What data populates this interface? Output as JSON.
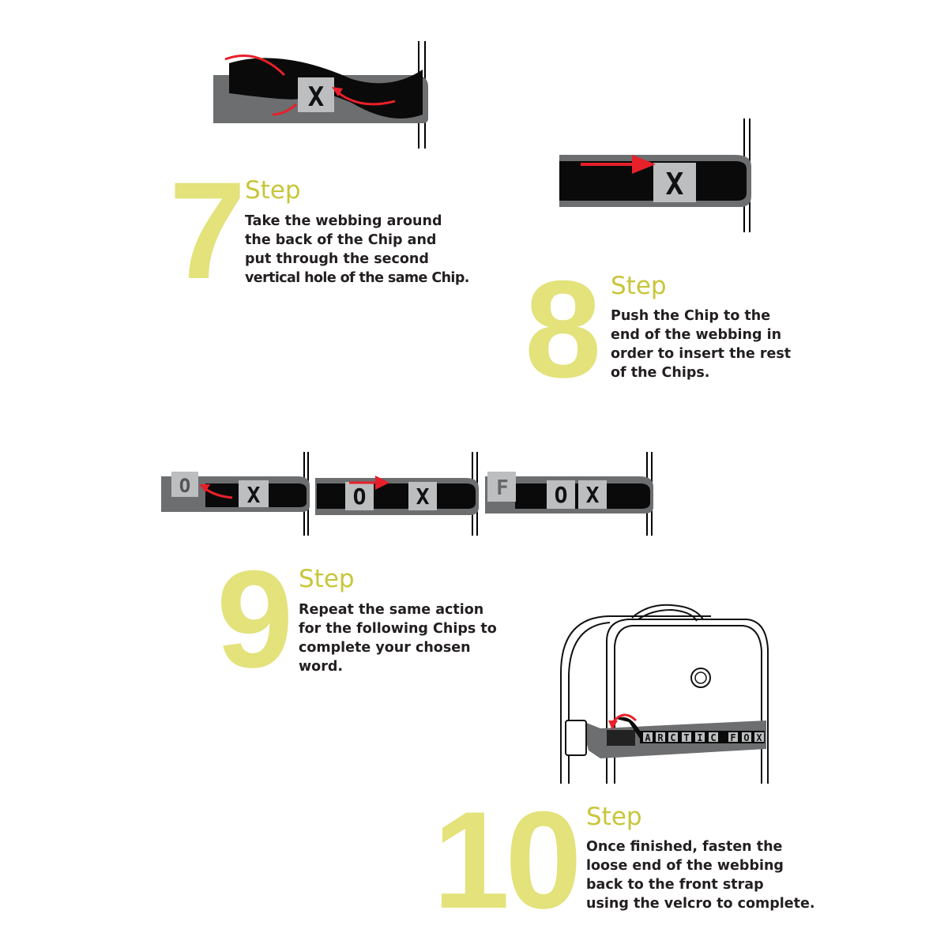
{
  "steps": [
    {
      "number": "7",
      "heading": "Step",
      "lines": [
        "Take the webbing around",
        "the back of the Chip and",
        "put through the second",
        "vertical hole of the same Chip."
      ]
    },
    {
      "number": "8",
      "heading": "Step",
      "lines": [
        "Push the Chip to the",
        "end of the webbing in",
        "order to insert the rest",
        "of the Chips."
      ]
    },
    {
      "number": "9",
      "heading": "Step",
      "lines": [
        "Repeat the same action",
        "for the following Chips to",
        "complete your chosen",
        "word."
      ]
    },
    {
      "number": "10",
      "heading": "Step",
      "lines": [
        "Once finished, fasten the",
        "loose end of the webbing",
        "back to the front strap",
        "using the velcro to complete."
      ]
    }
  ],
  "illustrations": {
    "step7_chip": "X",
    "step8_chip": "X",
    "step9_panels": [
      [
        "O",
        "X"
      ],
      [
        "O",
        "X"
      ],
      [
        "F",
        "O",
        "X"
      ]
    ],
    "step10_word": [
      "A",
      "R",
      "C",
      "T",
      "I",
      "C",
      "F",
      "O",
      "X"
    ]
  },
  "colors": {
    "number": "#e3e27b",
    "heading": "#c8c63a",
    "arrow": "#e8202a",
    "webbing": "#0a0a0a",
    "strap": "#6d6e70",
    "chip": "#bcbec0"
  }
}
